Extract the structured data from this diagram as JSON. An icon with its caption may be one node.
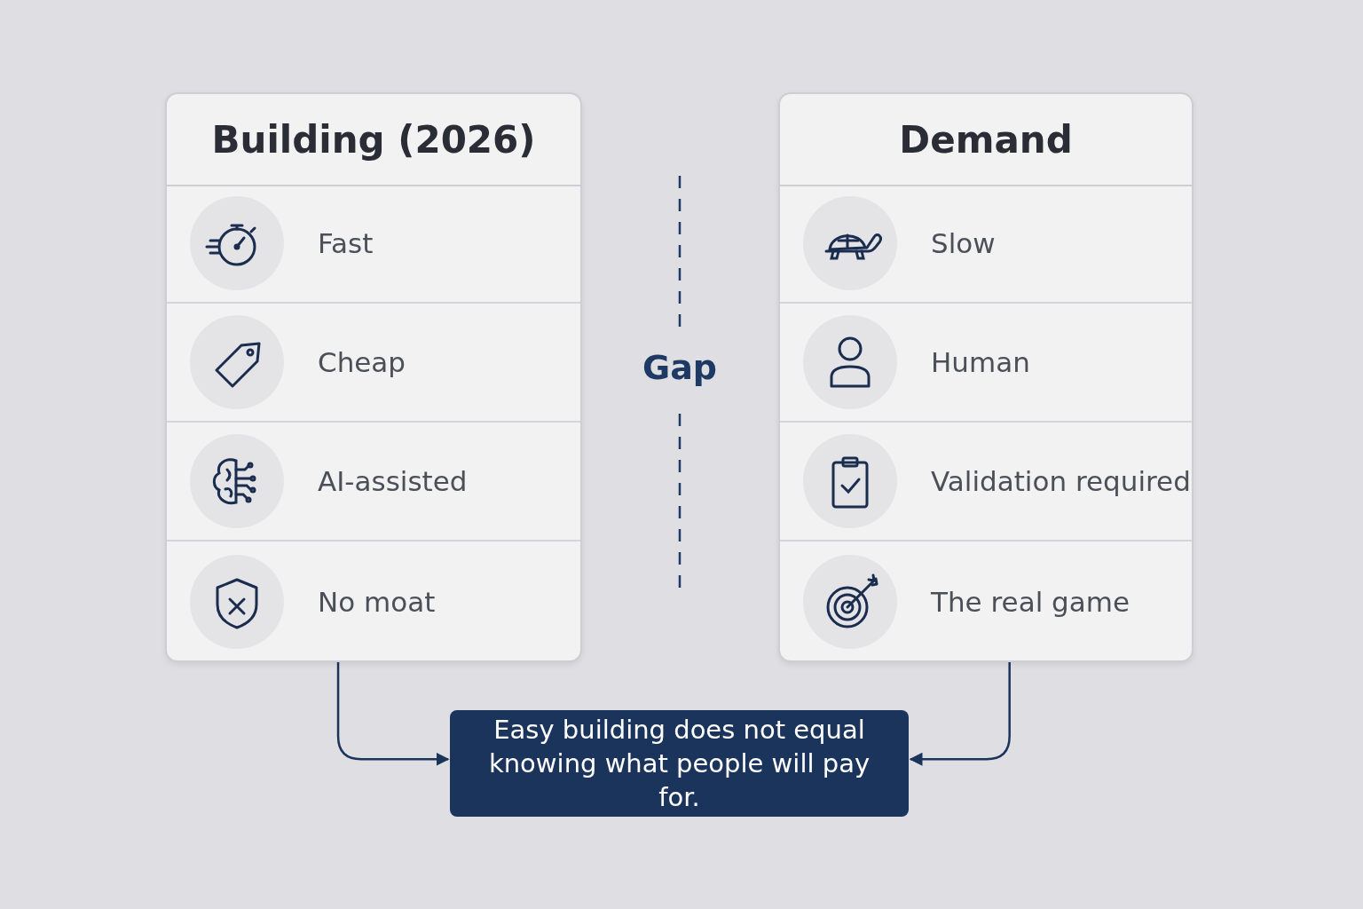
{
  "diagram": {
    "nodes": [
      {
        "text": [
          "Building (2026)"
        ]
      },
      {
        "text": [
          "Fast"
        ],
        "in": 0
      },
      {
        "text": [
          "Cheap"
        ],
        "in": 0
      },
      {
        "text": [
          "AI-assisted"
        ],
        "in": 0
      },
      {
        "text": [
          "No moat"
        ],
        "in": 0
      },
      {
        "text": [
          "Demand"
        ]
      },
      {
        "text": [
          "Slow"
        ],
        "in": 5
      },
      {
        "text": [
          "Human"
        ],
        "in": 5
      },
      {
        "text": [
          "Validation required"
        ],
        "in": 5
      },
      {
        "text": [
          "The real game"
        ],
        "in": 5
      },
      {
        "text": [
          "Easy building does not equal knowing what people will pay for."
        ]
      }
    ],
    "edges": [
      {
        "from": 0,
        "to": 10,
        "arrow": "to"
      },
      {
        "from": 5,
        "to": 10,
        "arrow": "to"
      }
    ],
    "labels": [
      "Gap"
    ]
  }
}
